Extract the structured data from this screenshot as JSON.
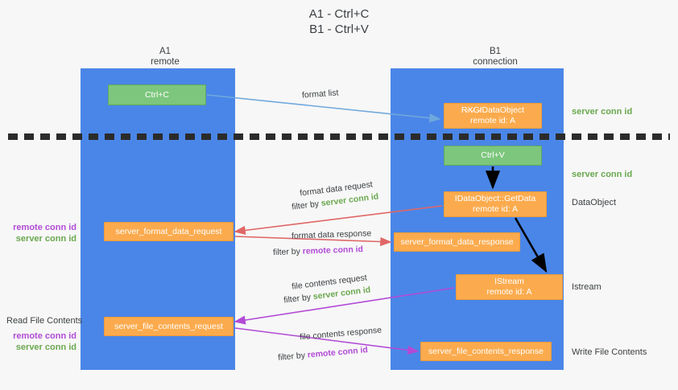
{
  "title": {
    "line1": "A1 - Ctrl+C",
    "line2": "B1 - Ctrl+V"
  },
  "lanes": [
    {
      "id": "a1",
      "name": "A1",
      "role": "remote",
      "color": "#4a86e8"
    },
    {
      "id": "b1",
      "name": "B1",
      "role": "connection",
      "color": "#4a86e8"
    }
  ],
  "colors": {
    "lane": "#4a86e8",
    "green_node": "#7dc67d",
    "orange_node": "#fbab4e",
    "server_conn_id": "#6aa84f",
    "remote_conn_id": "#b14bd6",
    "arrow_blue": "#6fa8dc",
    "arrow_red": "#e06666",
    "arrow_purple": "#b14bd6",
    "arrow_black": "#000000",
    "divider": "#2b2b2b"
  },
  "nodes": {
    "ctrl_c": {
      "label": "Ctrl+C",
      "style": "green"
    },
    "idataobject": {
      "line1": "R̷X̷G̷IDataObject",
      "line2": "remote id: A",
      "style": "orange"
    },
    "ctrl_v": {
      "label": "Ctrl+V",
      "style": "green"
    },
    "getdata": {
      "line1": "IDataObject::GetData",
      "line2": "remote id: A",
      "style": "orange"
    },
    "istream": {
      "line1": "IStream",
      "line2": "remote id: A",
      "style": "orange"
    },
    "server_format_data_request": {
      "label": "server_format_data_request",
      "style": "orange"
    },
    "server_format_data_response": {
      "label": "server_format_data_response",
      "style": "orange"
    },
    "server_file_contents_request": {
      "label": "server_file_contents_request",
      "style": "orange"
    },
    "server_file_contents_response": {
      "label": "server_file_contents_response",
      "style": "orange"
    }
  },
  "edge_labels": {
    "format_list": "format list",
    "format_data_request": "format data request",
    "format_data_request_filter_prefix": "filter by ",
    "format_data_request_filter_value": "server conn id",
    "format_data_response": "format data response",
    "format_data_response_filter_prefix": "filter by ",
    "format_data_response_filter_value": "remote conn id",
    "file_contents_request": "file contents request",
    "file_contents_request_filter_prefix": "filter by ",
    "file_contents_request_filter_value": "server conn id",
    "file_contents_response": "file contents response",
    "file_contents_response_filter_prefix": "filter by ",
    "file_contents_response_filter_value": "remote conn id"
  },
  "annotations": {
    "right": {
      "server_conn_id_top": "server conn id",
      "server_conn_id_mid": "server conn id",
      "dataobject": "DataObject",
      "istream": "Istream",
      "write_file_contents": "Write File Contents"
    },
    "left": {
      "remote_conn_id_top": "remote conn id",
      "server_conn_id_top": "server conn id",
      "read_file_contents": "Read File Contents",
      "remote_conn_id_bottom": "remote conn id",
      "server_conn_id_bottom": "server conn id"
    }
  }
}
